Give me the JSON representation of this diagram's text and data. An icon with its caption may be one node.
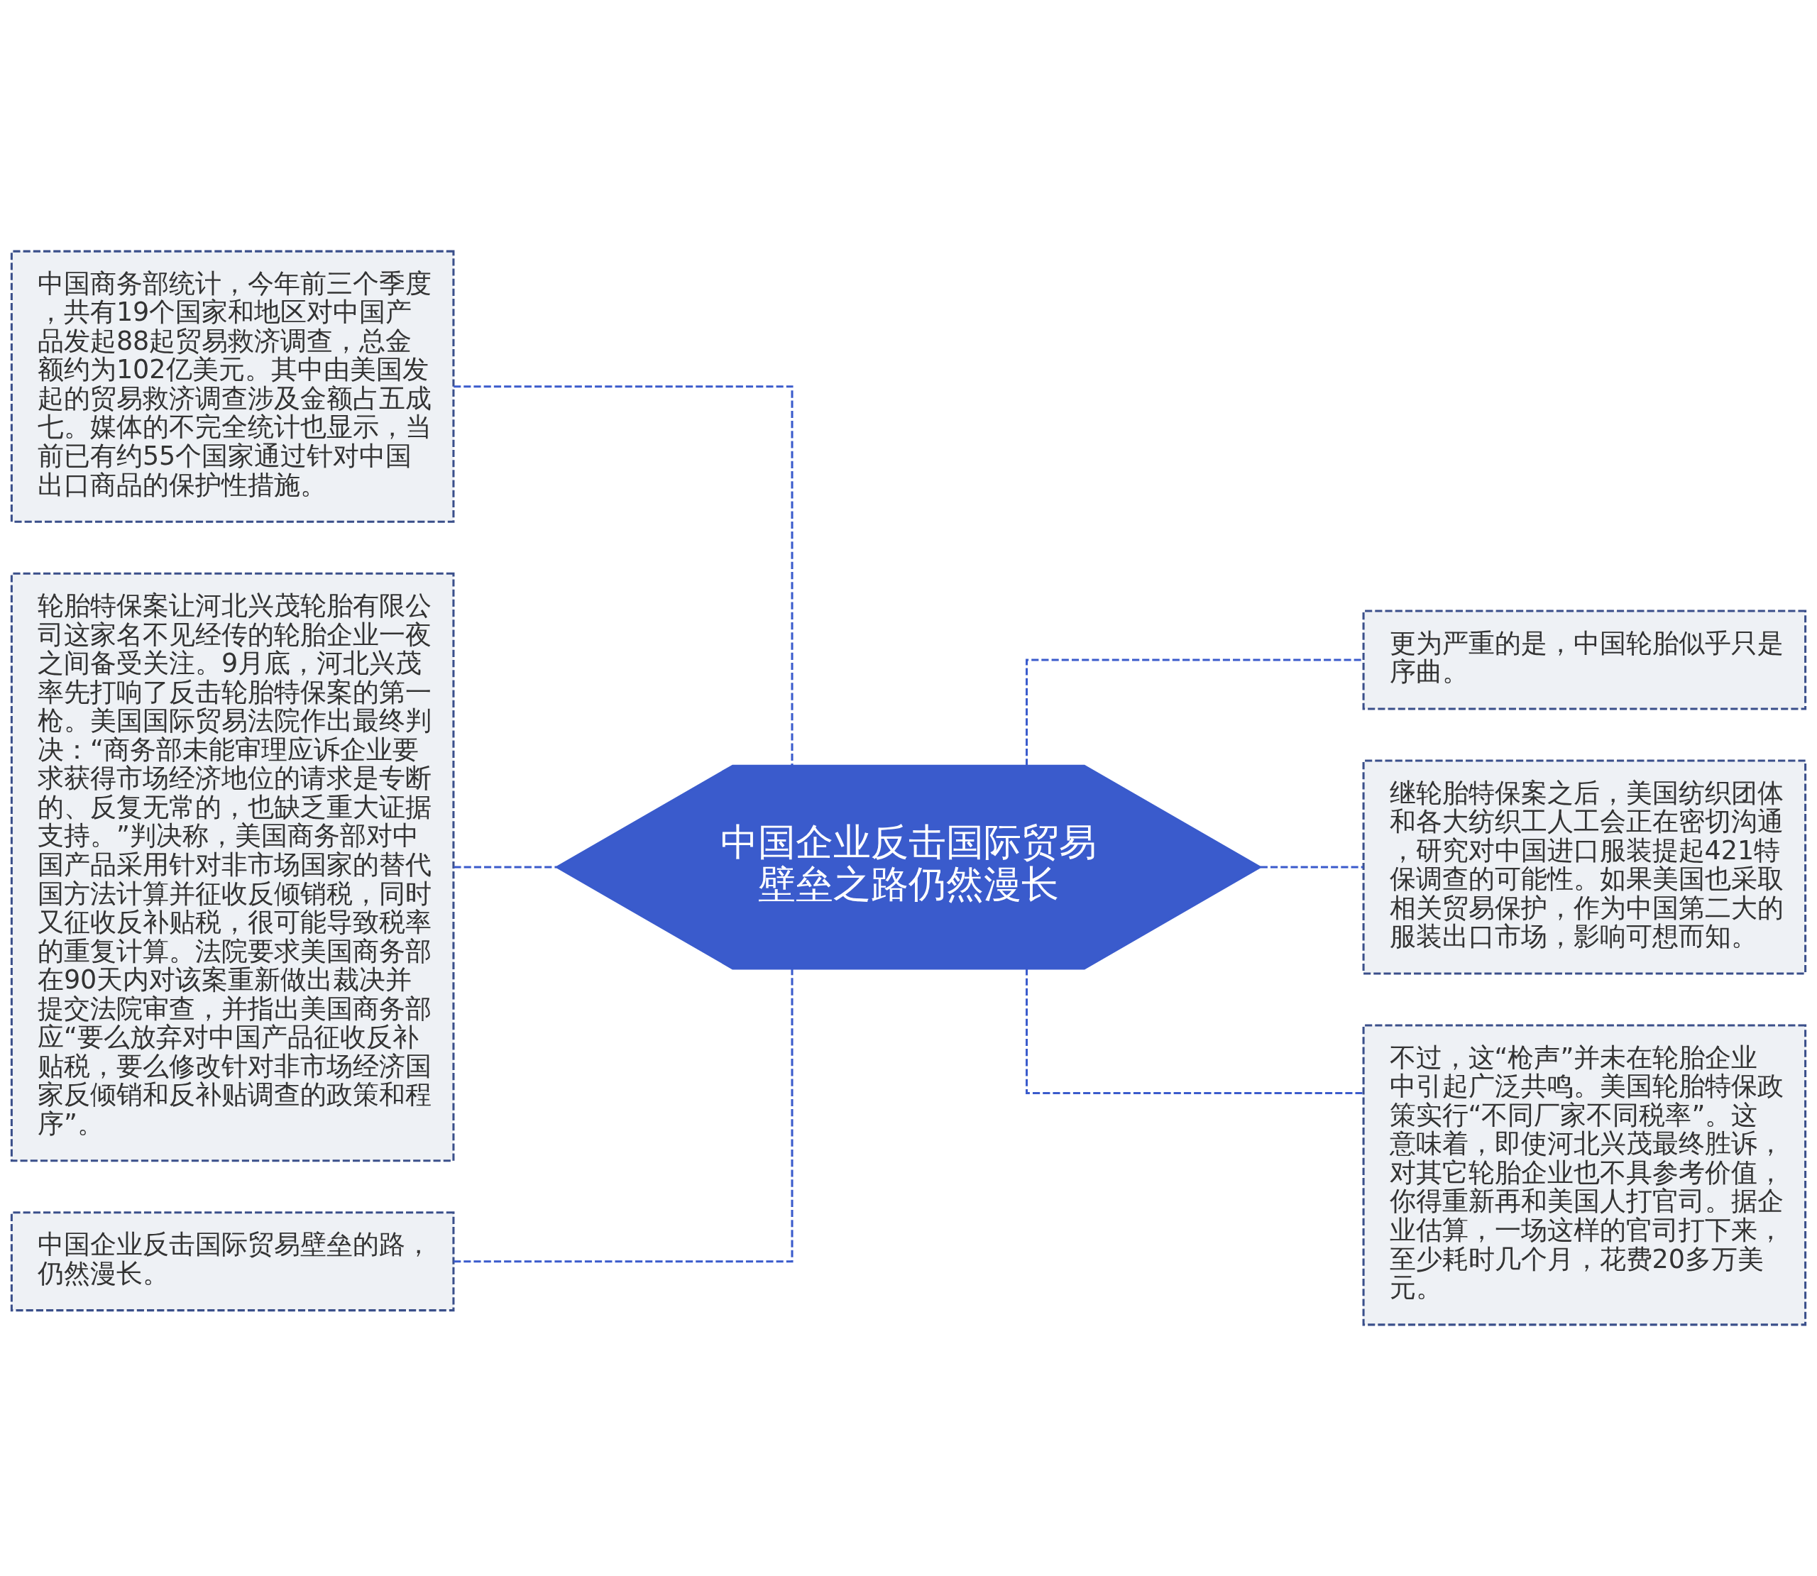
{
  "diagram": {
    "nodes": [
      {
        "text": [
          "中国企业反击国际贸易壁垒之路仍然漫长"
        ]
      },
      {
        "text": [
          "中国商务部统计，今年前三个季度，共有19个国家和地区对中国产品发起88起贸易救济调查，总金额约为102亿美元。其中由美国发起的贸易救济调查涉及金额占五成七。媒体的不完全统计也显示，当前已有约55个国家通过针对中国出口商品的保护性措施。"
        ]
      },
      {
        "text": [
          "轮胎特保案让河北兴茂轮胎有限公司这家名不见经传的轮胎企业一夜之间备受关注。9月底，河北兴茂率先打响了反击轮胎特保案的第一枪。美国国际贸易法院作出最终判决：“商务部未能审理应诉企业要求获得市场经济地位的请求是专断的、反复无常的，也缺乏重大证据支持。”判决称，美国商务部对中国产品采用针对非市场国家的替代国方法计算并征收反倾销税，同时又征收反补贴税，很可能导致税率的重复计算。法院要求美国商务部在90天内对该案重新做出裁决并提交法院审查，并指出美国商务部应“要么放弃对中国产品征收反补贴税，要么修改针对非市场经济国家反倾销和反补贴调查的政策和程序”。"
        ]
      },
      {
        "text": [
          "中国企业反击国际贸易壁垒的路，仍然漫长。"
        ]
      },
      {
        "text": [
          "更为严重的是，中国轮胎似乎只是序曲。"
        ]
      },
      {
        "text": [
          "继轮胎特保案之后，美国纺织团体和各大纺织工人工会正在密切沟通，研究对中国进口服装提起421特保调查的可能性。如果美国也采取相关贸易保护，作为中国第二大的服装出口市场，影响可想而知。"
        ]
      },
      {
        "text": [
          "不过，这“枪声”并未在轮胎企业中引起广泛共鸣。美国轮胎特保政策实行“不同厂家不同税率”。这意味着，即使河北兴茂最终胜诉，对其它轮胎企业也不具参考价值，你得重新再和美国人打官司。据企业估算，一场这样的官司打下来，至少耗时几个月，花费20多万美元。"
        ]
      }
    ],
    "edges": [
      {
        "from": 0,
        "to": 1,
        "arrow": "none",
        "style": "dashed"
      },
      {
        "from": 0,
        "to": 2,
        "arrow": "none",
        "style": "dashed"
      },
      {
        "from": 0,
        "to": 3,
        "arrow": "none",
        "style": "dashed"
      },
      {
        "from": 0,
        "to": 4,
        "arrow": "none",
        "style": "dashed"
      },
      {
        "from": 0,
        "to": 5,
        "arrow": "none",
        "style": "dashed"
      },
      {
        "from": 0,
        "to": 6,
        "arrow": "none",
        "style": "dashed"
      }
    ]
  }
}
